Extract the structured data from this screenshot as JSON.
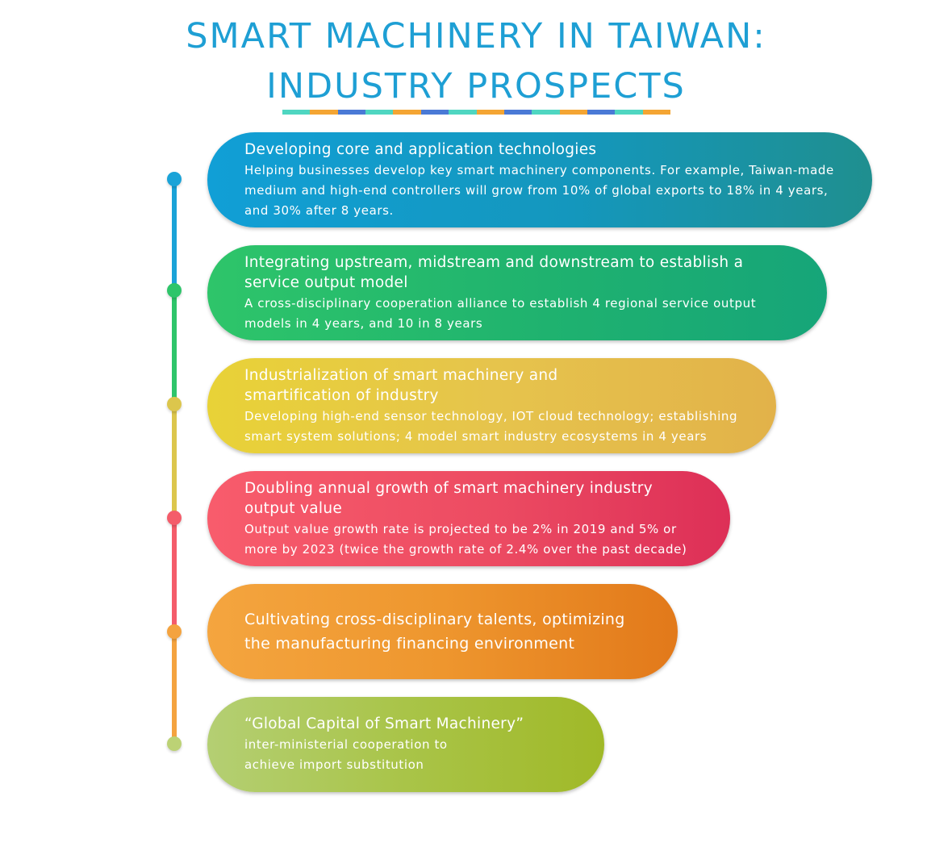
{
  "title": {
    "line1": "SMART MACHINERY IN TAIWAN:",
    "line2": "INDUSTRY PROSPECTS"
  },
  "colors": {
    "title": "#1e9fd4",
    "timeline": [
      "#1aa3d8",
      "#2ec56a",
      "#dcc64c",
      "#f45c6a",
      "#f4a33f",
      "#bcd275"
    ]
  },
  "items": [
    {
      "heading": "Developing core and application technologies",
      "body_lines": [
        "Helping businesses develop key smart machinery components. For example, Taiwan-made",
        "medium and high-end controllers will grow from 10% of global exports to 18% in 4 years,",
        "and 30% after 8 years."
      ]
    },
    {
      "heading_lines": [
        "Integrating upstream, midstream and downstream to establish a",
        "service output model"
      ],
      "body_lines": [
        "A cross-disciplinary cooperation alliance to establish 4 regional service output",
        "models in 4 years, and 10 in 8 years"
      ]
    },
    {
      "heading_lines": [
        "Industrialization of smart machinery and",
        "smartification of industry"
      ],
      "body_lines": [
        "Developing high-end sensor technology, IOT cloud technology; establishing",
        "smart system solutions; 4 model smart industry ecosystems in 4 years"
      ]
    },
    {
      "heading_lines": [
        "Doubling annual growth of smart machinery industry",
        "output value"
      ],
      "body_lines": [
        "Output value growth rate is projected to be 2% in 2019 and 5% or",
        "more by 2023 (twice the growth rate of 2.4% over the past decade)"
      ]
    },
    {
      "heading_lines": [
        "Cultivating cross-disciplinary talents, optimizing",
        "the manufacturing financing environment"
      ]
    },
    {
      "heading": "“Global Capital of Smart Machinery”",
      "body_lines": [
        "inter-ministerial cooperation to",
        "achieve import substitution"
      ]
    }
  ]
}
